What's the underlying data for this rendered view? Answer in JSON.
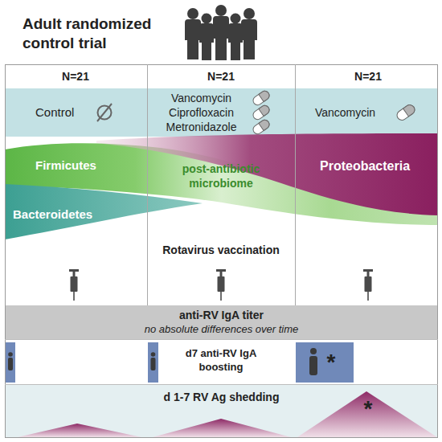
{
  "diagram": {
    "title": "Adult randomized control trial",
    "nodes": [
      {
        "text": [
          "Control"
        ]
      },
      {
        "text": [
          "Vancomycin",
          "Ciprofloxacin",
          "Metronidazole"
        ]
      },
      {
        "text": [
          "Vancomycin"
        ]
      },
      {
        "text": [
          "Firmicutes"
        ]
      },
      {
        "text": [
          "Proteobacteria"
        ]
      },
      {
        "text": [
          "Bacteroidetes"
        ]
      },
      {
        "text": [
          "anti-RV IgA titer",
          "no absolute differences over time"
        ]
      },
      {
        "text": [
          "d 1-7 RV Ag shedding"
        ]
      }
    ],
    "labels": [
      "N=21",
      "N=21",
      "N=21",
      "post-antibiotic microbiome",
      "Rotavirus vaccination",
      "d7 anti-RV IgA boosting",
      "*",
      "*"
    ]
  }
}
